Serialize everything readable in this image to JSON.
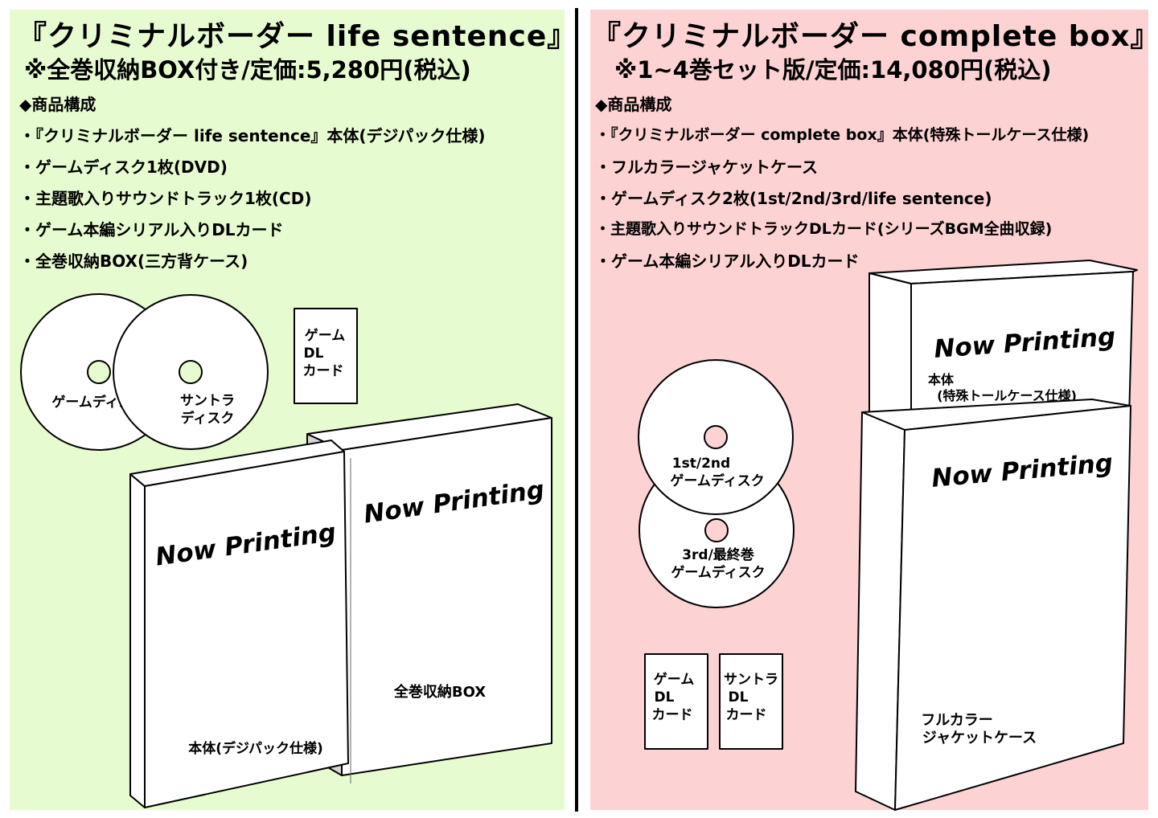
{
  "left": {
    "title": "『クリミナルボーダー life sentence』",
    "subtitle": "※全巻収納BOX付き/定価:5,280円(税込)",
    "section_heading": "◆商品構成",
    "items": [
      "・『クリミナルボーダー life sentence』本体(デジパック仕様)",
      "・ゲームディスク1枚(DVD)",
      "・主題歌入りサウンドトラック1枚(CD)",
      "・ゲーム本編シリアル入りDLカード",
      "・全巻収納BOX(三方背ケース)"
    ],
    "disc_game_label": "ゲームディスク",
    "disc_sound_label_1": "サントラ",
    "disc_sound_label_2": "ディスク",
    "card_label_1": "ゲーム",
    "card_label_2": "DL",
    "card_label_3": "カード",
    "now_printing_1": "Now Printing",
    "now_printing_2": "Now Printing",
    "body_label": "本体(デジパック仕様)",
    "box_label": "全巻収納BOX"
  },
  "right": {
    "title": "『クリミナルボーダー complete box』",
    "subtitle": "※1~4巻セット版/定価:14,080円(税込)",
    "section_heading": "◆商品構成",
    "items": [
      "・『クリミナルボーダー complete box』本体(特殊トールケース仕様)",
      "・フルカラージャケットケース",
      "・ゲームディスク2枚(1st/2nd/3rd/life sentence)",
      "・主題歌入りサウンドトラックDLカード(シリーズBGM全曲収録)",
      "・ゲーム本編シリアル入りDLカード"
    ],
    "disc1_label_1": "1st/2nd",
    "disc1_label_2": "ゲームディスク",
    "disc2_label_1": "3rd/最終巻",
    "disc2_label_2": "ゲームディスク",
    "game_card_label_1": "ゲーム",
    "game_card_label_2": "DL",
    "game_card_label_3": "カード",
    "sound_card_label_1": "サントラ",
    "sound_card_label_2": "DL",
    "sound_card_label_3": "カード",
    "now_printing_top": "Now Printing",
    "now_printing_bottom": "Now Printing",
    "body_label_1": "本体",
    "body_label_2": "(特殊トールケース仕様)",
    "jacket_label_1": "フルカラー",
    "jacket_label_2": "ジャケットケース"
  },
  "colors": {
    "left_bg": "#e6fcd0",
    "right_bg": "#fdd2d2",
    "disc_hole_pink": "#fdd2d2"
  }
}
